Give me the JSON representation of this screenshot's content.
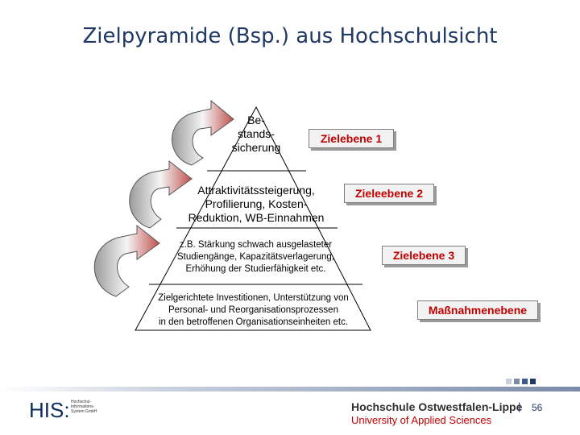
{
  "title": "Zielpyramide (Bsp.) aus Hochschulsicht",
  "pyramid": {
    "level1": "Be-\nstands-\nsicherung",
    "level2": "Attraktivitätssteigerung,\nProfilierung, Kosten-\nReduktion, WB-Einnahmen",
    "level3": "z.B. Stärkung schwach ausgelasteter\nStudiengänge, Kapazitätsverlagerung,\nErhöhung der Studierfähigkeit etc.",
    "level4": "Zielgerichtete Investitionen, Unterstützung von\nPersonal- und Reorganisationsprozessen\nin den betroffenen Organisationseinheiten etc."
  },
  "labels": {
    "level1": "Zielebene 1",
    "level2": "Zieleebene 2",
    "level3": "Zielebene 3",
    "level4": "Maßnahmenebene"
  },
  "colors": {
    "title": "#1f3864",
    "label_text": "#c00000",
    "arrow": "#c0504d",
    "footer_blue": "#1f3864"
  },
  "footer": {
    "logo": "HIS:",
    "logo_small": "Hochschul-\nInformations-\nSystem GmbH",
    "institution": "Hochschule Ostwestfalen-Lippe",
    "institution_sub": "University of Applied Sciences",
    "separator": "|",
    "page": "56"
  }
}
